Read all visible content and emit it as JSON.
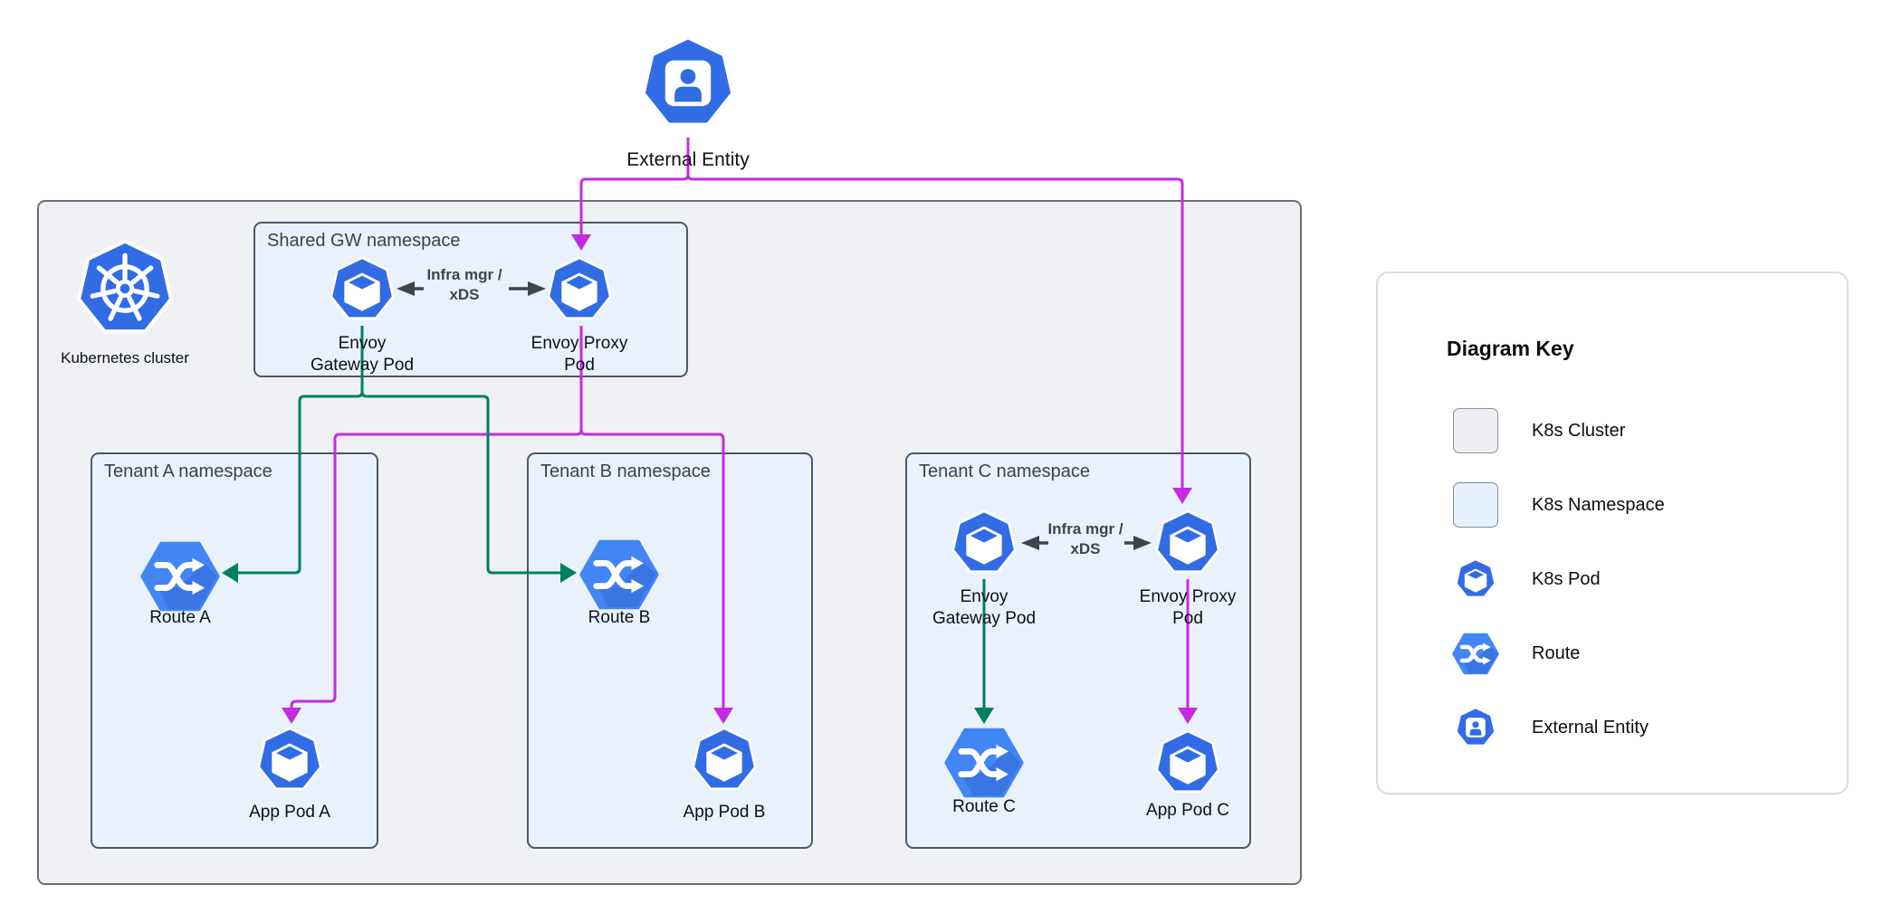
{
  "colors": {
    "k8s-blue": "#326CE5",
    "route-blue": "#4285F4",
    "route-shade": "#3367D6",
    "edge-magenta": "#C52BE2",
    "edge-green": "#00805F",
    "edge-dark": "#3D444E",
    "cluster-fill": "#EFF1F4",
    "cluster-border": "#6A6F77",
    "ns-fill": "#E9F1FD",
    "ns-border": "#4D5866",
    "ns-title": "#39424E",
    "key-border": "#D8DDE4"
  },
  "external_entity": {
    "label": "External Entity"
  },
  "cluster": {
    "label": "Kubernetes cluster",
    "shared_namespace": {
      "title": "Shared GW namespace",
      "gateway_pod": "Envoy\nGateway Pod",
      "proxy_pod": "Envoy Proxy\nPod",
      "link_label": "Infra mgr /\nxDS"
    },
    "tenant_a": {
      "title": "Tenant A namespace",
      "route": "Route A",
      "app_pod": "App Pod A"
    },
    "tenant_b": {
      "title": "Tenant B namespace",
      "route": "Route B",
      "app_pod": "App Pod B"
    },
    "tenant_c": {
      "title": "Tenant C namespace",
      "gateway_pod": "Envoy\nGateway Pod",
      "proxy_pod": "Envoy Proxy\nPod",
      "link_label": "Infra mgr /\nxDS",
      "route": "Route C",
      "app_pod": "App Pod C"
    }
  },
  "key": {
    "title": "Diagram Key",
    "items": [
      {
        "icon": "cluster-swatch",
        "label": "K8s Cluster"
      },
      {
        "icon": "namespace-swatch",
        "label": "K8s Namespace"
      },
      {
        "icon": "pod-icon",
        "label": "K8s Pod"
      },
      {
        "icon": "route-icon",
        "label": "Route"
      },
      {
        "icon": "external-entity-icon",
        "label": "External Entity"
      }
    ]
  }
}
